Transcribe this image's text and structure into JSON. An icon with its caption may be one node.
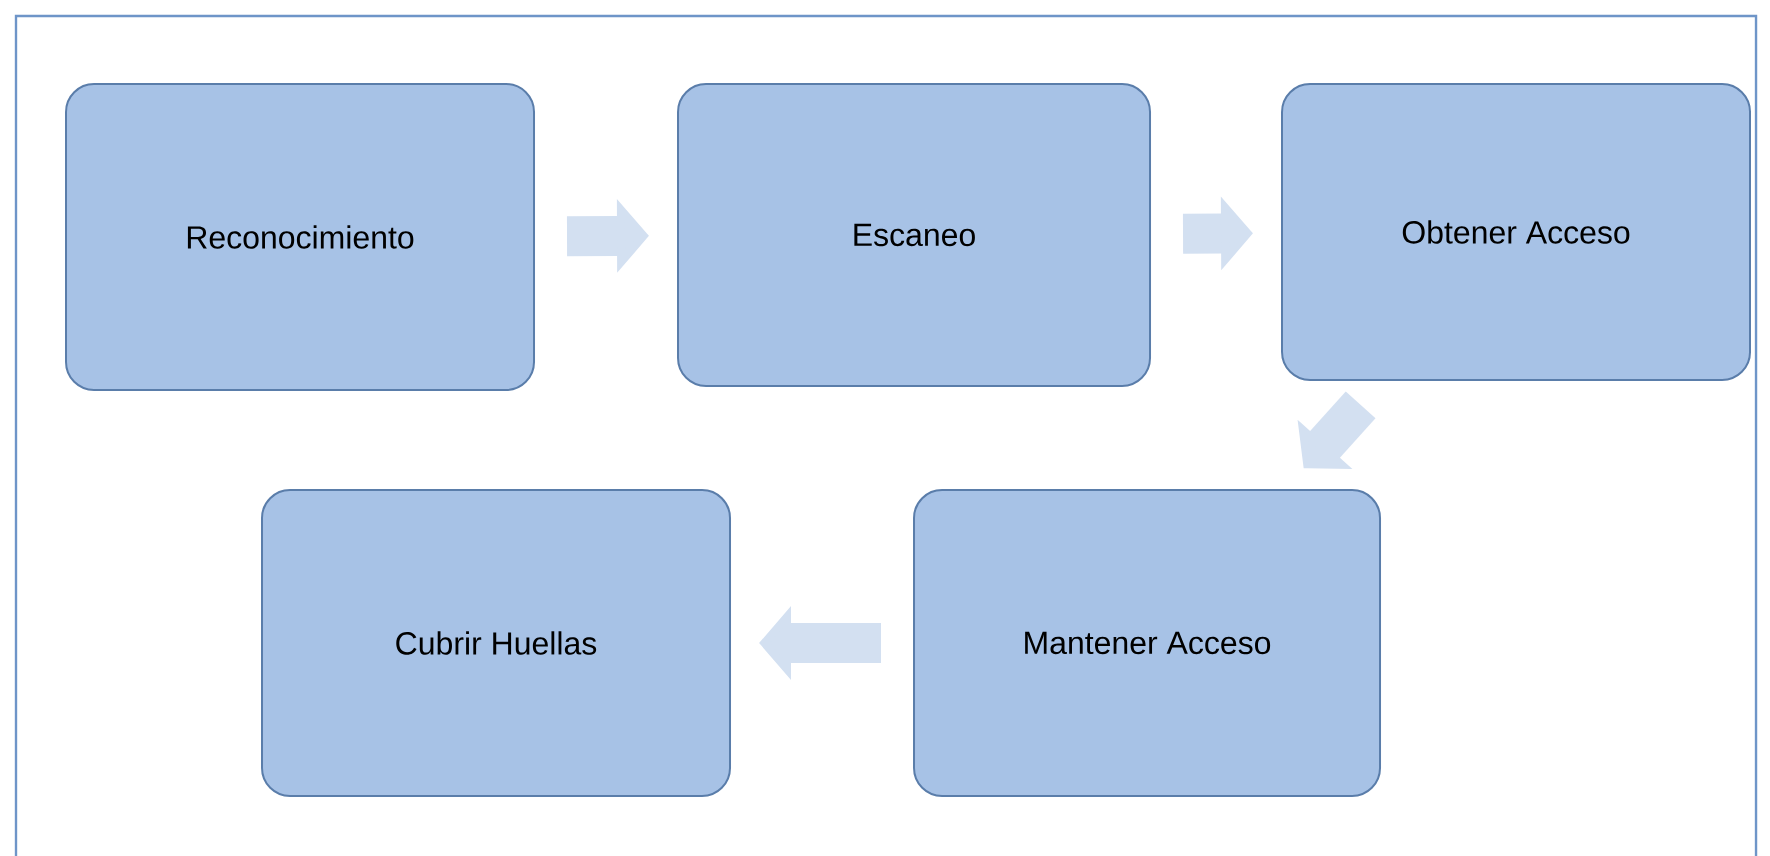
{
  "diagram": {
    "nodes": [
      {
        "text": [
          "Reconocimiento"
        ]
      },
      {
        "text": [
          "Escaneo"
        ]
      },
      {
        "text": [
          "Obtener Acceso"
        ]
      },
      {
        "text": [
          "Mantener Acceso"
        ]
      },
      {
        "text": [
          "Cubrir Huellas"
        ]
      }
    ],
    "edges": [
      {
        "from": 0,
        "to": 1,
        "arrow": "to"
      },
      {
        "from": 1,
        "to": 2,
        "arrow": "to"
      },
      {
        "from": 2,
        "to": 3,
        "arrow": "to"
      },
      {
        "from": 3,
        "to": 4,
        "arrow": "to"
      }
    ]
  }
}
